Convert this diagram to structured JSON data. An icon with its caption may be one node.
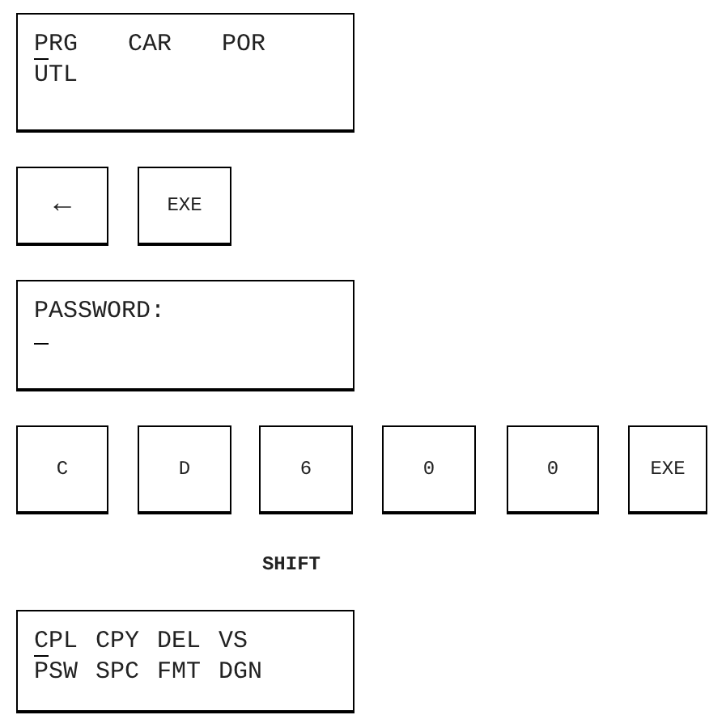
{
  "diagram": {
    "nodes": [
      {
        "text": [
          "PRG CAR POR",
          "UTL"
        ]
      },
      {
        "text": [
          "←"
        ]
      },
      {
        "text": [
          "EXE"
        ]
      },
      {
        "text": [
          "PASSWORD:"
        ]
      },
      {
        "text": [
          "C"
        ]
      },
      {
        "text": [
          "D"
        ]
      },
      {
        "text": [
          "6"
        ]
      },
      {
        "text": [
          "0"
        ]
      },
      {
        "text": [
          "0"
        ]
      },
      {
        "text": [
          "EXE"
        ]
      },
      {
        "text": [
          "CPL CPY DEL VS",
          "PSW SPC FMT DGN"
        ]
      }
    ],
    "labels": [
      "SHIFT"
    ]
  }
}
